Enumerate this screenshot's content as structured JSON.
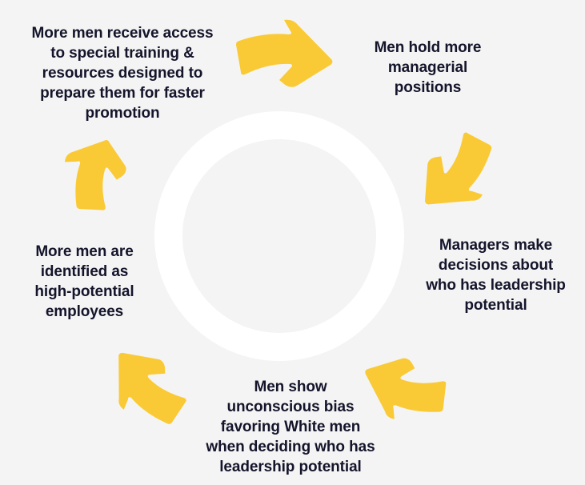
{
  "diagram": {
    "type": "cycle",
    "title": "",
    "background_color": "#f4f4f4",
    "arrow_color": "#f9ca36",
    "ring_color": "#ffffff",
    "text_color": "#14142b",
    "steps": [
      {
        "id": "managerial-positions",
        "position": "top-right",
        "text": "Men hold more\nmanagerial\npositions"
      },
      {
        "id": "leadership-decisions",
        "position": "right",
        "text": "Managers make\ndecisions about\nwho has leadership\npotential"
      },
      {
        "id": "unconscious-bias",
        "position": "bottom",
        "text": "Men show\nunconscious bias\nfavoring White men\nwhen deciding who has\nleadership potential"
      },
      {
        "id": "high-potential",
        "position": "left",
        "text": "More men are\nidentified as\nhigh-potential\nemployees"
      },
      {
        "id": "special-training",
        "position": "top-left",
        "text": "More men receive access\nto special training &\nresources designed to\nprepare them for faster\npromotion"
      }
    ],
    "arrows": [
      {
        "id": "arrow-top",
        "direction": "right",
        "from": "special-training",
        "to": "managerial-positions"
      },
      {
        "id": "arrow-right",
        "direction": "down-right",
        "from": "managerial-positions",
        "to": "leadership-decisions"
      },
      {
        "id": "arrow-botright",
        "direction": "down-left",
        "from": "leadership-decisions",
        "to": "unconscious-bias"
      },
      {
        "id": "arrow-botleft",
        "direction": "up-left",
        "from": "unconscious-bias",
        "to": "high-potential"
      },
      {
        "id": "arrow-left",
        "direction": "up",
        "from": "high-potential",
        "to": "special-training"
      }
    ]
  }
}
